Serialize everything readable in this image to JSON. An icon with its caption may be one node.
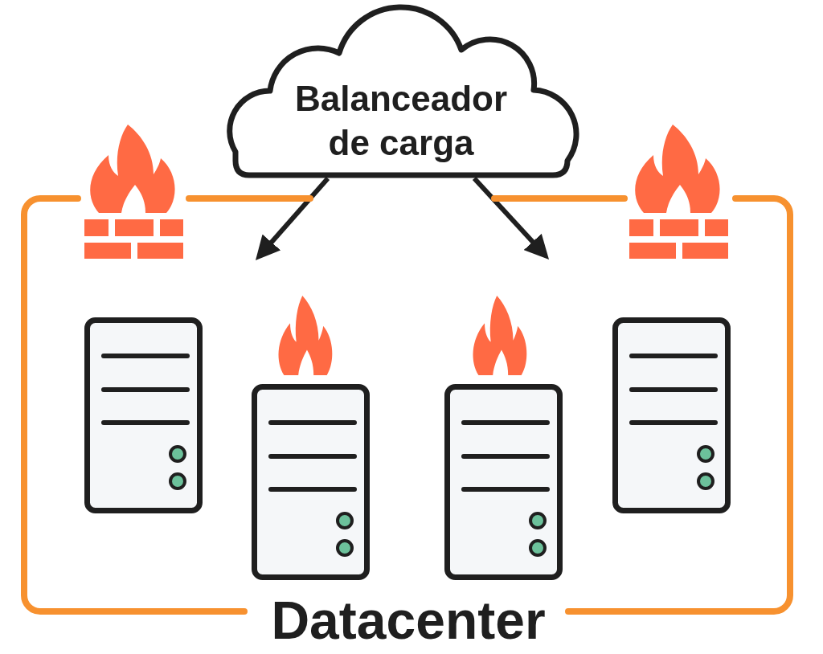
{
  "diagram": {
    "nodes": [
      {
        "text": [
          "Balanceador de carga"
        ]
      },
      {
        "text": [
          "Datacenter"
        ]
      }
    ],
    "edges": [
      {
        "from": 0,
        "to": 1,
        "arrow": "to"
      },
      {
        "from": 0,
        "to": 1,
        "arrow": "to"
      }
    ]
  }
}
